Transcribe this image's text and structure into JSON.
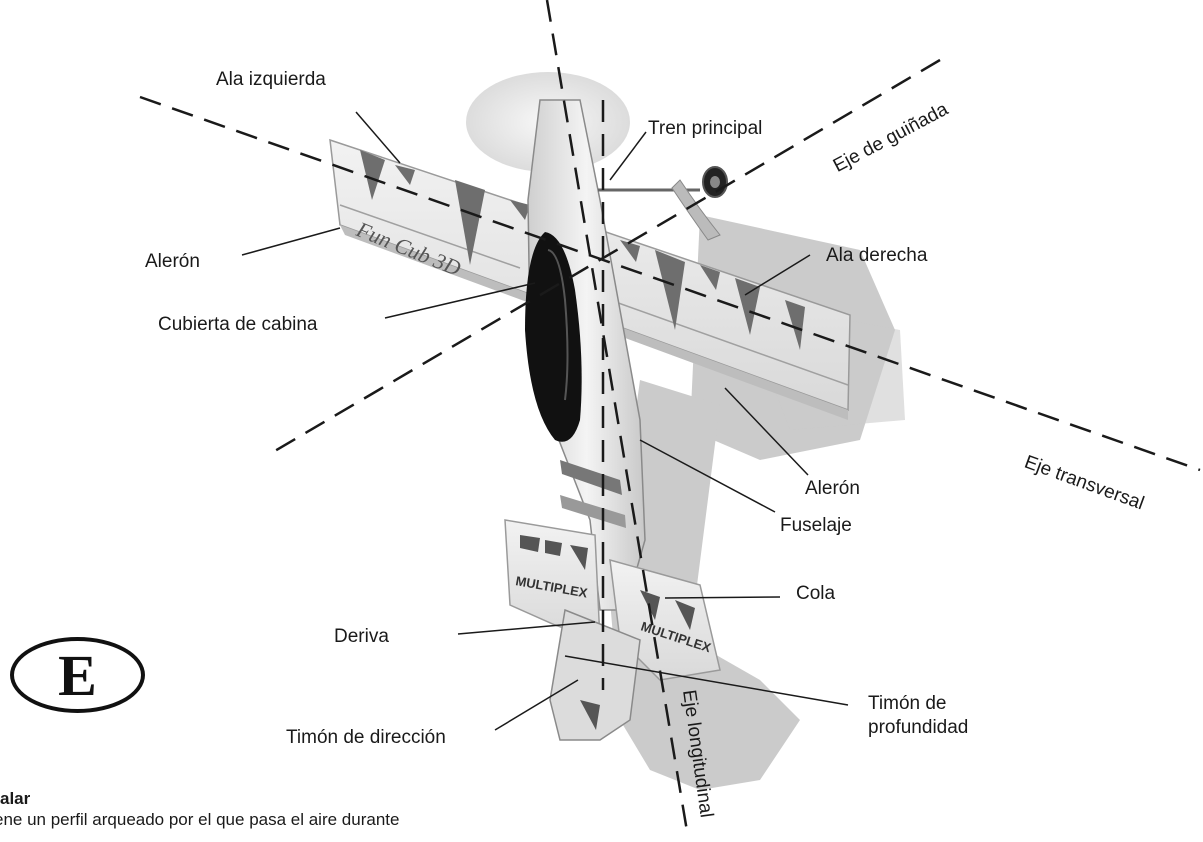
{
  "labels": {
    "ala_izquierda": "Ala izquierda",
    "tren_principal": "Tren principal",
    "eje_guinada": "Eje de guiñada",
    "aleron_izq": "Alerón",
    "ala_derecha": "Ala derecha",
    "cubierta_cabina": "Cubierta de cabina",
    "eje_transversal": "Eje transversal",
    "aleron_der": "Alerón",
    "fuselaje": "Fuselaje",
    "cola": "Cola",
    "deriva": "Deriva",
    "timon_profundidad_1": "Timón de",
    "timon_profundidad_2": "profundidad",
    "timon_direccion": "Timón de dirección",
    "eje_longitudinal": "Eje longitudinal"
  },
  "badge": {
    "letter": "E"
  },
  "section": {
    "title": "alar",
    "body": "ene un perfil arqueado por el que pasa el aire durante"
  },
  "colors": {
    "line": "#1a1a1a",
    "shadow": "#bdbdbd",
    "wing": "#ececec",
    "accent": "#555555",
    "canopy": "#111111"
  }
}
